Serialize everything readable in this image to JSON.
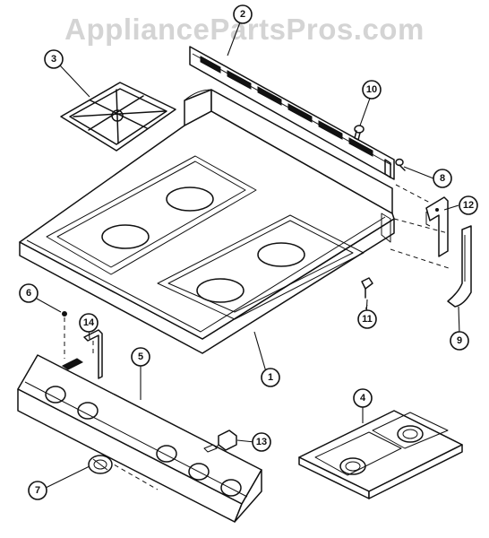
{
  "watermark": "AppliancePartsPros.com",
  "callouts": [
    {
      "id": "1",
      "label": "1"
    },
    {
      "id": "2",
      "label": "2"
    },
    {
      "id": "3",
      "label": "3"
    },
    {
      "id": "4",
      "label": "4"
    },
    {
      "id": "5",
      "label": "5"
    },
    {
      "id": "6",
      "label": "6"
    },
    {
      "id": "7",
      "label": "7"
    },
    {
      "id": "8",
      "label": "8"
    },
    {
      "id": "9",
      "label": "9"
    },
    {
      "id": "10",
      "label": "10"
    },
    {
      "id": "11",
      "label": "11"
    },
    {
      "id": "12",
      "label": "12"
    },
    {
      "id": "13",
      "label": "13"
    },
    {
      "id": "14",
      "label": "14"
    }
  ]
}
